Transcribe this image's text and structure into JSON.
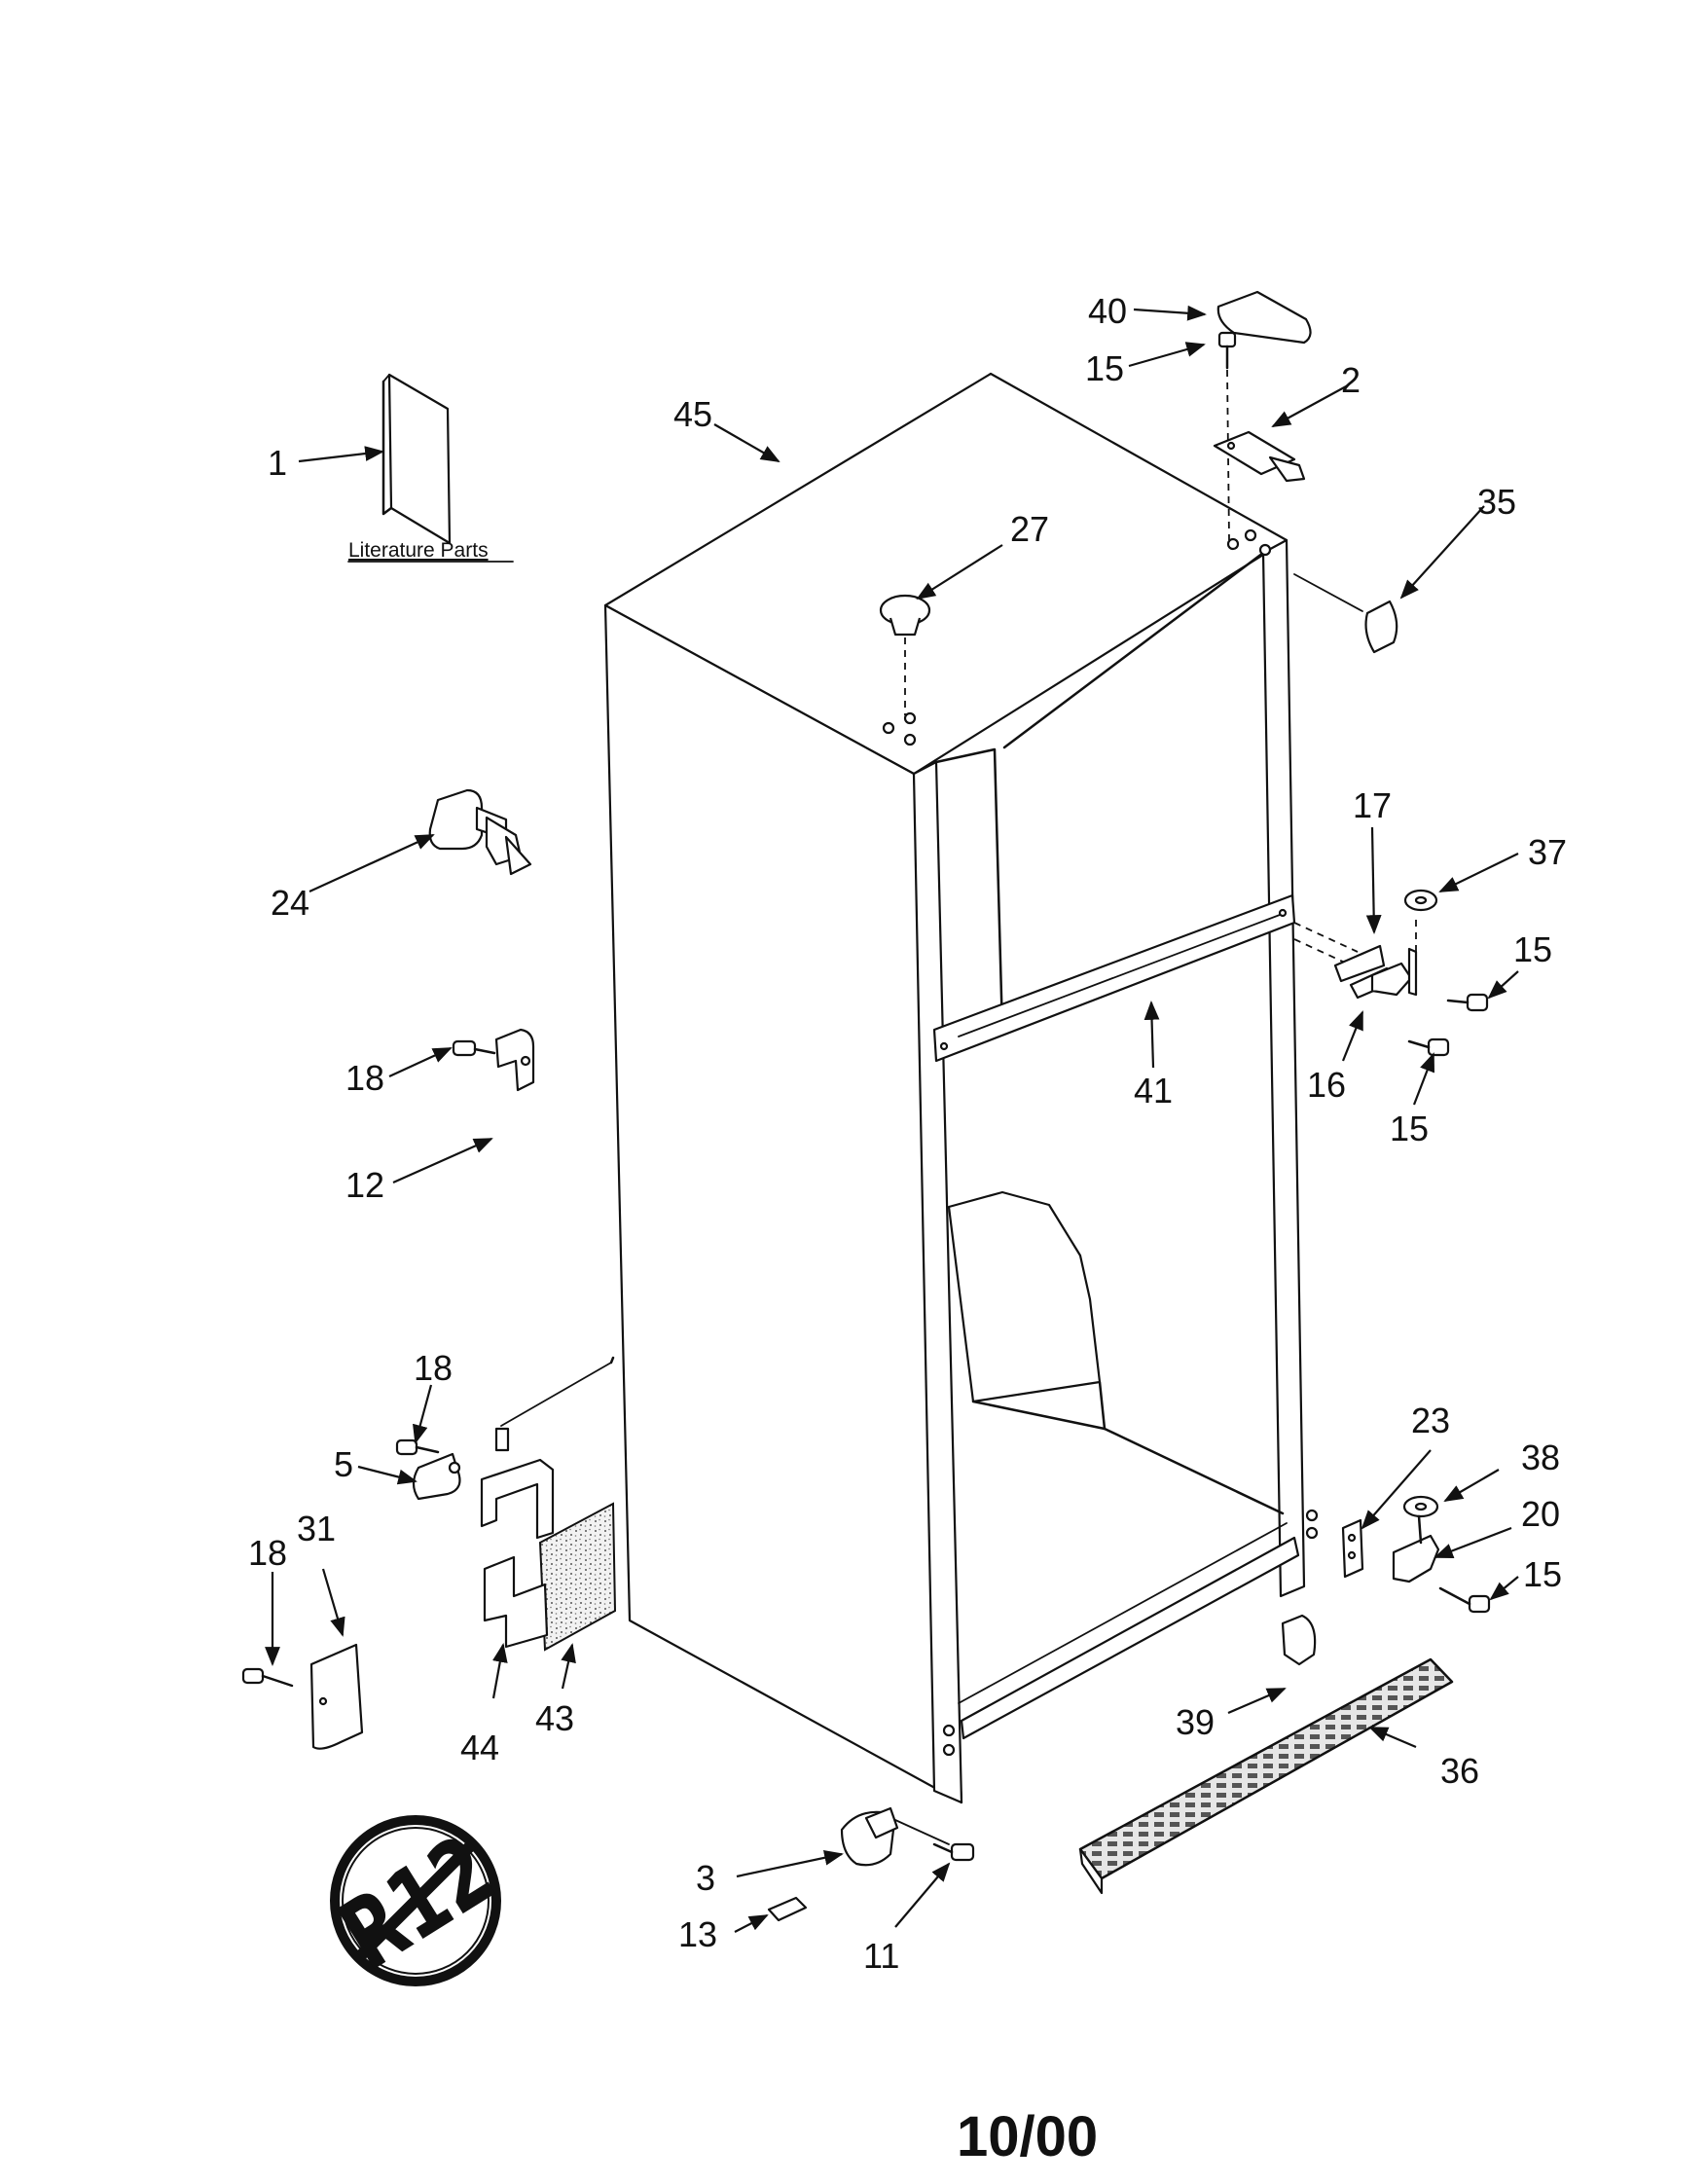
{
  "literature_label": "Literature Parts",
  "date_label": "10/00",
  "badge": {
    "text": "R12",
    "icon": "no-r12-refrigerant-icon"
  },
  "callouts": [
    {
      "id": "c1",
      "label": "1"
    },
    {
      "id": "c2",
      "label": "2"
    },
    {
      "id": "c3",
      "label": "3"
    },
    {
      "id": "c5",
      "label": "5"
    },
    {
      "id": "c11",
      "label": "11"
    },
    {
      "id": "c12",
      "label": "12"
    },
    {
      "id": "c13",
      "label": "13"
    },
    {
      "id": "c15a",
      "label": "15"
    },
    {
      "id": "c15b",
      "label": "15"
    },
    {
      "id": "c15c",
      "label": "15"
    },
    {
      "id": "c15d",
      "label": "15"
    },
    {
      "id": "c16",
      "label": "16"
    },
    {
      "id": "c17",
      "label": "17"
    },
    {
      "id": "c18a",
      "label": "18"
    },
    {
      "id": "c18b",
      "label": "18"
    },
    {
      "id": "c18c",
      "label": "18"
    },
    {
      "id": "c20",
      "label": "20"
    },
    {
      "id": "c23",
      "label": "23"
    },
    {
      "id": "c24",
      "label": "24"
    },
    {
      "id": "c27",
      "label": "27"
    },
    {
      "id": "c31",
      "label": "31"
    },
    {
      "id": "c35",
      "label": "35"
    },
    {
      "id": "c36",
      "label": "36"
    },
    {
      "id": "c37",
      "label": "37"
    },
    {
      "id": "c38",
      "label": "38"
    },
    {
      "id": "c39",
      "label": "39"
    },
    {
      "id": "c40",
      "label": "40"
    },
    {
      "id": "c41",
      "label": "41"
    },
    {
      "id": "c43",
      "label": "43"
    },
    {
      "id": "c44",
      "label": "44"
    },
    {
      "id": "c45",
      "label": "45"
    }
  ]
}
